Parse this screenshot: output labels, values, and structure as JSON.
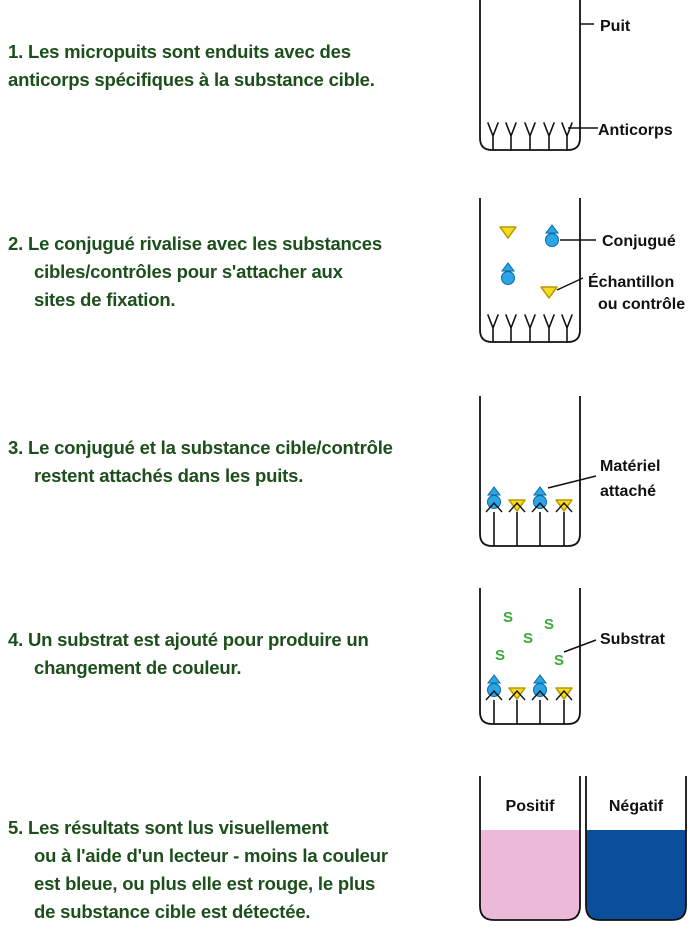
{
  "steps": [
    {
      "lines": [
        "1. Les micropuits sont enduits avec des",
        "anticorps spécifiques à la substance cible."
      ]
    },
    {
      "lines": [
        "2. Le conjugué rivalise avec les substances",
        "cibles/contrôles pour s'attacher aux",
        "sites de fixation."
      ]
    },
    {
      "lines": [
        "3. Le conjugué et la substance cible/contrôle",
        "restent attachés dans les puits."
      ]
    },
    {
      "lines": [
        "4. Un substrat est ajouté pour produire un",
        "changement de couleur."
      ]
    },
    {
      "lines": [
        "5. Les résultats sont lus visuellement",
        "ou à l'aide d'un lecteur - moins la couleur",
        "est bleue, ou plus elle est rouge, le plus",
        "de substance cible est détectée."
      ]
    }
  ],
  "labels": {
    "well": "Puit",
    "antibodies": "Anticorps",
    "conjugate": "Conjugué",
    "sample_line1": "Échantillon",
    "sample_line2": "ou contrôle",
    "bound_line1": "Matériel",
    "bound_line2": "attaché",
    "substrate": "Substrat",
    "positive": "Positif",
    "negative": "Négatif",
    "substrate_symbol": "S"
  },
  "colors": {
    "text": "#1c4f1c",
    "line": "#111111",
    "conjugate_blue": "#2aa6e6",
    "target_yellow": "#f5dc1e",
    "substrate_green": "#3aaa3a",
    "positive_pink": "#ecbad8",
    "negative_blue": "#0b4f9a"
  }
}
